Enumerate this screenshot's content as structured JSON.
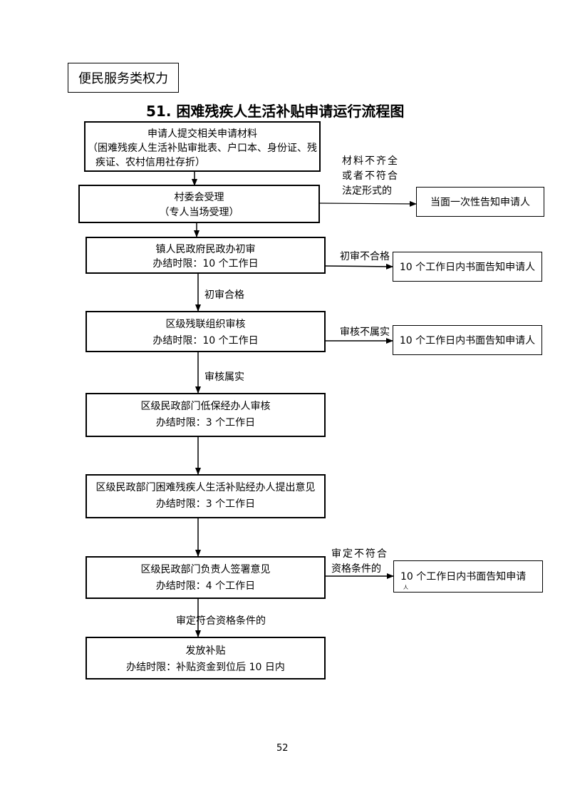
{
  "header_box": "便民服务类权力",
  "title": "51. 困难残疾人生活补贴申请运行流程图",
  "steps": [
    {
      "line1": "申请人提交相关申请材料",
      "line2": "（困难残疾人生活补贴审批表、户口本、身份证、残",
      "line3": "疾证、农村信用社存折）"
    },
    {
      "line1": "村委会受理",
      "line2": "（专人当场受理）"
    },
    {
      "line1": "镇人民政府民政办初审",
      "line2": "办结时限：10 个工作日"
    },
    {
      "line1": "区级残联组织审核",
      "line2": "办结时限：10 个工作日"
    },
    {
      "line1": "区级民政部门低保经办人审核",
      "line2": "办结时限：3 个工作日"
    },
    {
      "line1": "区级民政部门困难残疾人生活补贴经办人提出意见",
      "line2": "办结时限：3 个工作日"
    },
    {
      "line1": "区级民政部门负责人签署意见",
      "line2": "办结时限：4 个工作日"
    },
    {
      "line1": "发放补贴",
      "line2": "办结时限：补贴资金到位后 10 日内"
    }
  ],
  "side_outcomes": [
    {
      "condition_lines": [
        "材料不齐全",
        "或者不符合",
        "法定形式的"
      ],
      "result": "当面一次性告知申请人"
    },
    {
      "condition_lines": [
        "初审不合格"
      ],
      "result": "10 个工作日内书面告知申请人"
    },
    {
      "condition_lines": [
        "审核不属实"
      ],
      "result": "10 个工作日内书面告知申请人"
    },
    {
      "condition_lines": [
        "审定不符合",
        "资格条件的"
      ],
      "result_line1": "10 个工作日内书面告知申请",
      "result_line2": "人"
    }
  ],
  "flow_labels": {
    "after_initial": "初审合格",
    "after_review": "审核属实",
    "after_approval": "审定符合资格条件的"
  },
  "page_number": "52"
}
